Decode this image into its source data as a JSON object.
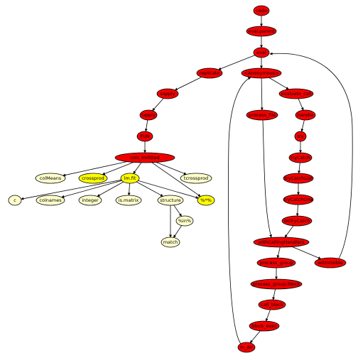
{
  "colors": {
    "red": "#f20000",
    "yellow": "#ffff00",
    "cream": "#ffffcc"
  },
  "nodes": [
    {
      "id": "1",
      "label": "code",
      "color": "red"
    },
    {
      "id": "2",
      "label": "eval.parent",
      "color": "red"
    },
    {
      "id": "3",
      "label": "eval",
      "color": "red"
    },
    {
      "id": "4",
      "label": "replicate",
      "color": "red"
    },
    {
      "id": "5",
      "label": "sapply",
      "color": "red"
    },
    {
      "id": "6",
      "label": "lapply",
      "color": "red"
    },
    {
      "id": "7",
      "label": "FUN",
      "color": "red"
    },
    {
      "id": "8",
      "label": "cols_lmfitted",
      "color": "red"
    },
    {
      "id": "9",
      "label": "colMeans",
      "color": "cream"
    },
    {
      "id": "10",
      "label": "crossprod",
      "color": "yellow"
    },
    {
      "id": "11",
      "label": "lm.fit",
      "color": "yellow"
    },
    {
      "id": "12",
      "label": "tcrossprod",
      "color": "cream"
    },
    {
      "id": "13",
      "label": "c",
      "color": "cream"
    },
    {
      "id": "14",
      "label": "colnames",
      "color": "cream"
    },
    {
      "id": "15",
      "label": "integer",
      "color": "cream"
    },
    {
      "id": "16",
      "label": "is.matrix",
      "color": "cream"
    },
    {
      "id": "17",
      "label": "structure",
      "color": "cream"
    },
    {
      "id": "18",
      "label": "%*%",
      "color": "yellow"
    },
    {
      "id": "19",
      "label": "%in%",
      "color": "cream"
    },
    {
      "id": "20",
      "label": "match",
      "color": "cream"
    },
    {
      "id": "21",
      "label": "<Anonymous>",
      "color": "red"
    },
    {
      "id": "22",
      "label": "process_file",
      "color": "red"
    },
    {
      "id": "23",
      "label": "evaluate_call",
      "color": "red"
    },
    {
      "id": "24",
      "label": "handle",
      "color": "red"
    },
    {
      "id": "25",
      "label": "try",
      "color": "red"
    },
    {
      "id": "26",
      "label": "tryCatch",
      "color": "red"
    },
    {
      "id": "27",
      "label": "tryCatchList",
      "color": "red"
    },
    {
      "id": "28",
      "label": "tryCatchOne",
      "color": "red"
    },
    {
      "id": "29",
      "label": "doTryCatch",
      "color": "red"
    },
    {
      "id": "30",
      "label": "withCallingHandlers",
      "color": "red"
    },
    {
      "id": "31",
      "label": "process_group",
      "color": "red"
    },
    {
      "id": "32",
      "label": "process_group.block",
      "color": "red"
    },
    {
      "id": "33",
      "label": "call_block",
      "color": "red"
    },
    {
      "id": "34",
      "label": "block_exec",
      "color": "red"
    },
    {
      "id": "35",
      "label": "in_dir",
      "color": "red"
    },
    {
      "id": "36",
      "label": "withVisible",
      "color": "red"
    }
  ]
}
